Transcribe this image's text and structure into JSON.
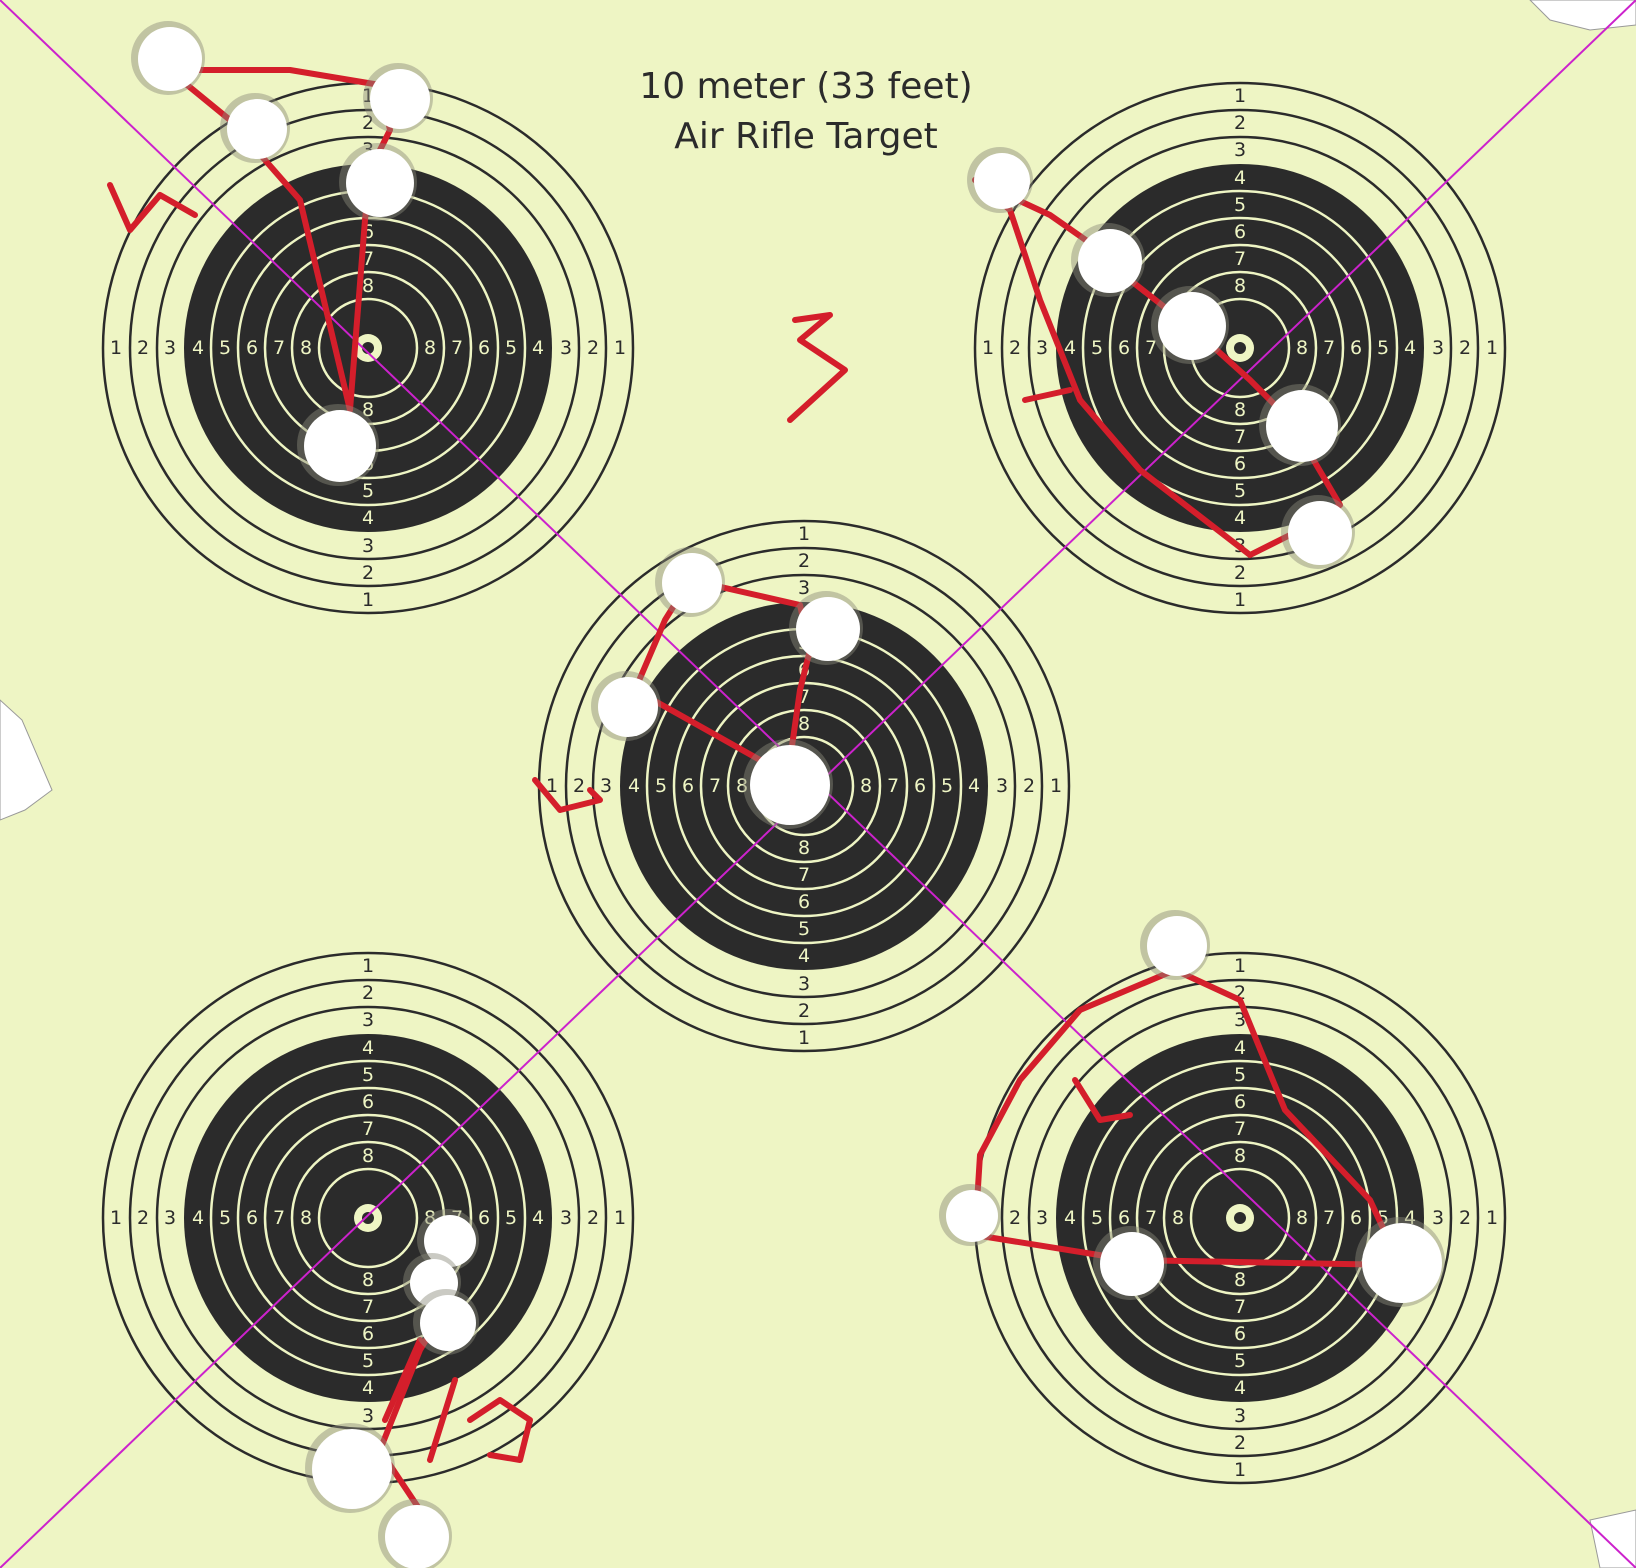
{
  "title": {
    "line1": "10 meter (33 feet)",
    "line2": "Air Rifle Target"
  },
  "colors": {
    "paper": "#eef5c4",
    "ink": "#2b2b2b",
    "pen": "#d41e2b",
    "guide": "#cc22cc",
    "hole": "#ffffff"
  },
  "ring_labels": [
    "1",
    "2",
    "3",
    "4",
    "5",
    "6",
    "7",
    "8"
  ],
  "annotations": {
    "center_mark": "3",
    "target_a": "1",
    "target_b": "1",
    "target_c": "3",
    "target_d": "15",
    "target_e": "4"
  },
  "targets": [
    {
      "id": "top-left"
    },
    {
      "id": "top-right"
    },
    {
      "id": "center"
    },
    {
      "id": "bottom-left"
    },
    {
      "id": "bottom-right"
    }
  ]
}
